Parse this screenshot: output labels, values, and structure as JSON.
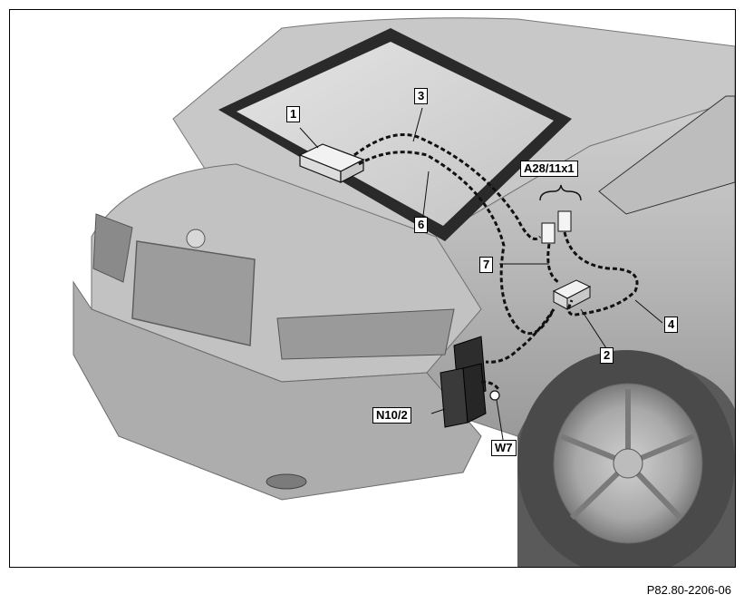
{
  "figure_id": "P82.80-2206-06",
  "callouts": {
    "c1": "1",
    "c2": "2",
    "c3": "3",
    "c4": "4",
    "c6": "6",
    "c7": "7",
    "a28": "A28/11x1",
    "n10": "N10/2",
    "w7": "W7"
  },
  "colors": {
    "body_paint": "#b9b9b9",
    "body_shadow": "#8f8f8f",
    "glass": "#d6d6d6",
    "window_frame": "#2a2a2a",
    "cable": "#1a1a1a"
  }
}
